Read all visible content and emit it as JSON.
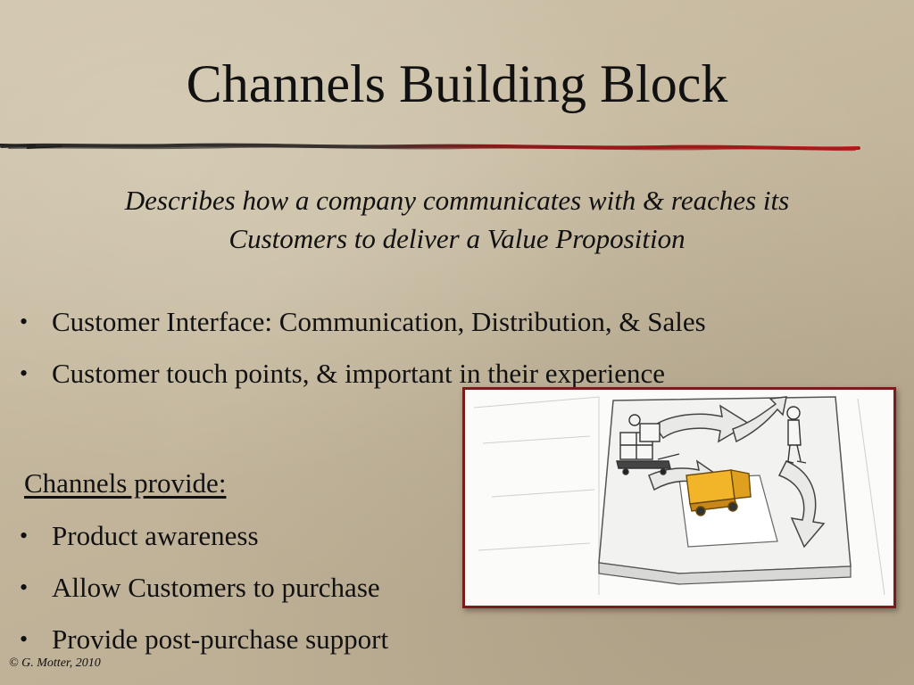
{
  "slide": {
    "title": "Channels Building Block",
    "subtitle_line1": "Describes how a company communicates with & reaches its",
    "subtitle_line2": "Customers to deliver a Value Proposition",
    "bullets": [
      "Customer Interface: Communication, Distribution, & Sales",
      "Customer touch points, & important in their experience"
    ],
    "provides_heading": "Channels provide:",
    "provides_items": [
      "Product awareness",
      "Allow Customers to purchase",
      "Provide post-purchase support"
    ],
    "copyright": "© G. Motter, 2010"
  },
  "icons": {
    "bullet": "bullet-dot",
    "illustration": "channels-sketch-illustration"
  },
  "colors": {
    "rule_dark": "#2a2a2a",
    "rule_red": "#a11515",
    "figure_border": "#7a1c1c",
    "truck": "#f2b52a"
  }
}
